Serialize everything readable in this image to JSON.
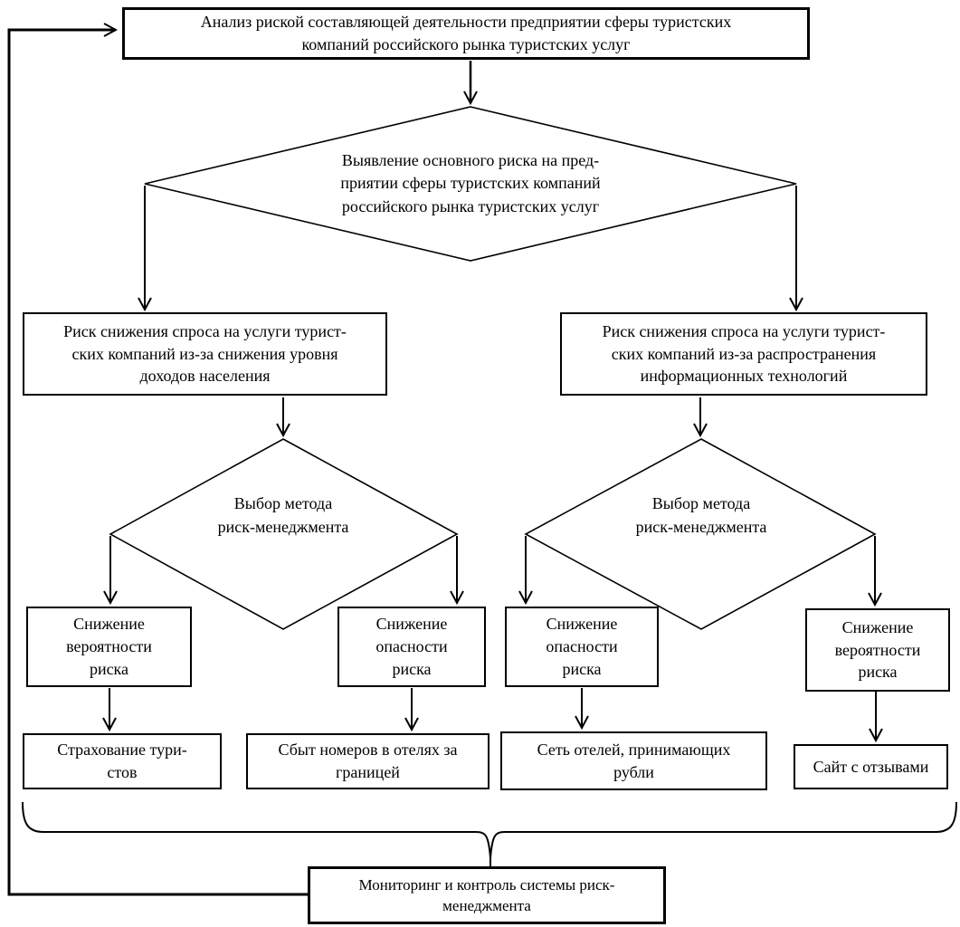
{
  "colors": {
    "line": "#000000",
    "background": "#ffffff",
    "text": "#000000"
  },
  "nodes": {
    "analysis": {
      "shape": "rectangle",
      "label": "Анализ риской составляющей деятельности предприятии сферы туристских\nкомпаний российского рынка туристских услуг"
    },
    "main_decision": {
      "shape": "diamond",
      "label": "Выявление основного риска на пред-\nприятии сферы туристских компаний\nроссийского рынка туристских услуг"
    },
    "risk_left": {
      "shape": "rectangle",
      "label": "Риск снижения спроса на услуги турист-\nских компаний из-за снижения уровня\nдоходов населения"
    },
    "risk_right": {
      "shape": "rectangle",
      "label": "Риск снижения спроса на услуги турист-\nских компаний из-за распространения\nинформационных технологий"
    },
    "method_left": {
      "shape": "diamond",
      "label": "Выбор метода\nриск-менеджмента"
    },
    "method_right": {
      "shape": "diamond",
      "label": "Выбор метода\nриск-менеджмента"
    },
    "reduce_probability_left": {
      "shape": "rectangle",
      "label": "Снижение\nвероятности\nриска"
    },
    "reduce_danger_left": {
      "shape": "rectangle",
      "label": "Снижение\nопасности\nриска"
    },
    "reduce_danger_right": {
      "shape": "rectangle",
      "label": "Снижение\nопасности\nриска"
    },
    "reduce_probability_right": {
      "shape": "rectangle",
      "label": "Снижение\nвероятности\nриска"
    },
    "tourist_insurance": {
      "shape": "rectangle",
      "label": "Страхование тури-\nстов"
    },
    "hotel_rooms_abroad": {
      "shape": "rectangle",
      "label": "Сбыт номеров в отелях за\nграницей"
    },
    "ruble_hotels": {
      "shape": "rectangle",
      "label": "Сеть отелей, принимающих\nрубли"
    },
    "review_site": {
      "shape": "rectangle",
      "label": "Сайт с отзывами"
    },
    "monitoring": {
      "shape": "rectangle",
      "label": "Мониторинг и контроль системы риск-\nменеджмента"
    }
  },
  "edges": [
    {
      "from": "analysis",
      "to": "main_decision",
      "type": "arrow"
    },
    {
      "from": "main_decision",
      "to": "risk_left",
      "type": "arrow"
    },
    {
      "from": "main_decision",
      "to": "risk_right",
      "type": "arrow"
    },
    {
      "from": "risk_left",
      "to": "method_left",
      "type": "arrow"
    },
    {
      "from": "risk_right",
      "to": "method_right",
      "type": "arrow"
    },
    {
      "from": "method_left",
      "to": "reduce_probability_left",
      "type": "arrow"
    },
    {
      "from": "method_left",
      "to": "reduce_danger_left",
      "type": "arrow"
    },
    {
      "from": "method_right",
      "to": "reduce_danger_right",
      "type": "arrow"
    },
    {
      "from": "method_right",
      "to": "reduce_probability_right",
      "type": "arrow"
    },
    {
      "from": "reduce_probability_left",
      "to": "tourist_insurance",
      "type": "arrow"
    },
    {
      "from": "reduce_danger_left",
      "to": "hotel_rooms_abroad",
      "type": "arrow"
    },
    {
      "from": "reduce_danger_right",
      "to": "ruble_hotels",
      "type": "arrow"
    },
    {
      "from": "reduce_probability_right",
      "to": "review_site",
      "type": "arrow"
    },
    {
      "from": "bottom-row-brace",
      "to": "monitoring",
      "type": "brace"
    },
    {
      "from": "monitoring",
      "to": "analysis",
      "type": "feedback-arrow"
    }
  ]
}
